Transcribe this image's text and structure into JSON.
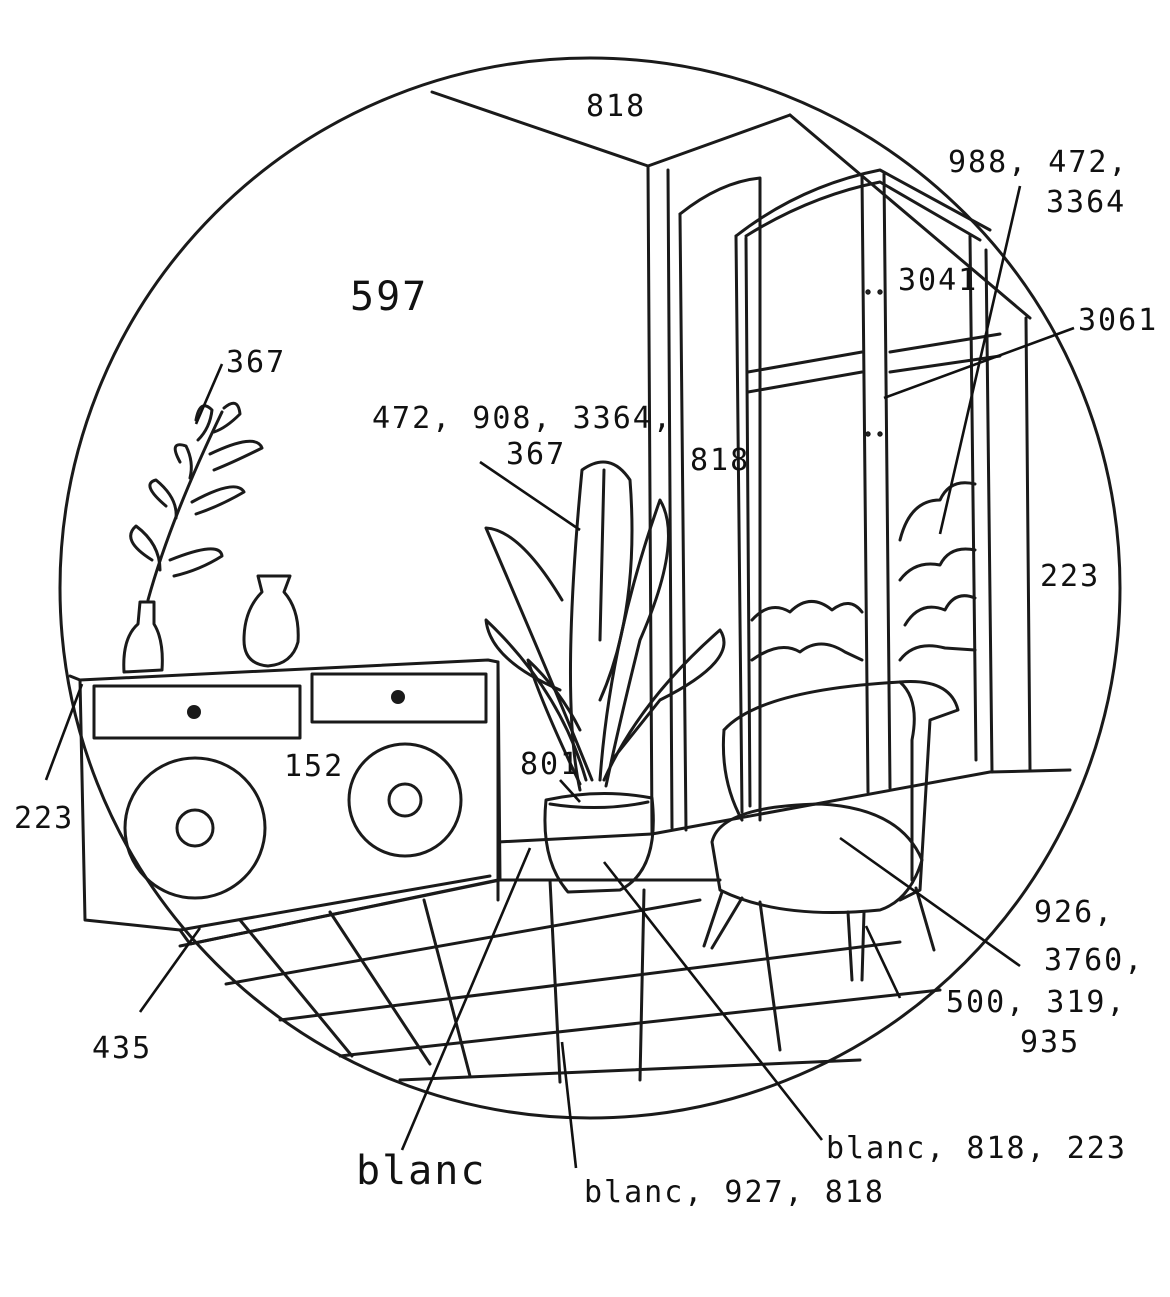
{
  "colors": {
    "ink": "#1a1a1a",
    "paper": "#ffffff"
  },
  "labels": {
    "ceiling": "818",
    "wall": "597",
    "vase_branch": "367",
    "plant_leaves_1": "472, 908, 3364,",
    "plant_leaves_2": "367",
    "corner_wall": "818",
    "window_frame_top": "3041",
    "window_panes": "3061",
    "outside_trees_1": "988, 472,",
    "outside_trees_2": "3364",
    "right_wall": "223",
    "sideboard_front": "152",
    "sideboard_edge": "223",
    "floor_edge": "435",
    "pot": "801",
    "chair_1": "926,",
    "chair_2": "3760,",
    "chair_legs_1": "500, 319,",
    "chair_legs_2": "935",
    "baseboard": "blanc",
    "tiles": "blanc, 927, 818",
    "pot_body": "blanc, 818, 223"
  }
}
